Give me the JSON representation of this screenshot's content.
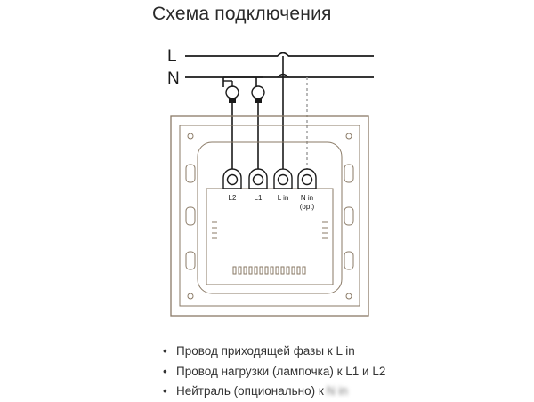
{
  "title": "Схема подключения",
  "lines": {
    "phase": "L",
    "neutral": "N"
  },
  "terminals": [
    {
      "label": "L2",
      "sublabel": ""
    },
    {
      "label": "L1",
      "sublabel": ""
    },
    {
      "label": "L in",
      "sublabel": ""
    },
    {
      "label": "N in",
      "sublabel": "(opt)"
    }
  ],
  "notes": [
    {
      "text": "Провод приходящей фазы к L in",
      "tail": ""
    },
    {
      "text": "Провод нагрузки (лампочка) к L1 и L2",
      "tail": ""
    },
    {
      "text": "Нейтраль (опционально) к",
      "tail": "N in"
    }
  ],
  "colors": {
    "wire": "#1a1a1a",
    "device_outline": "#8a7a66",
    "text": "#2a2a2a",
    "dashed_wire": "#9a9a9a"
  },
  "icons": {
    "bullet": "bullet-dot-icon",
    "lamp": "light-bulb-icon"
  }
}
